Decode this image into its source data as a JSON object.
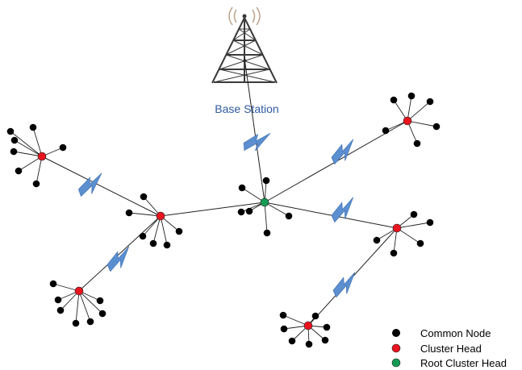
{
  "base_station": {
    "label": "Base Station"
  },
  "legend": {
    "items": [
      {
        "label": "Common Node",
        "color": "#000000"
      },
      {
        "label": "Cluster Head",
        "color": "#e8141e"
      },
      {
        "label": "Root Cluster Head",
        "color": "#159b54"
      }
    ]
  },
  "colors": {
    "common_node": "#000000",
    "cluster_head": "#e8141e",
    "root_cluster_head": "#159b54",
    "wireless_link": "#5b8fd0",
    "tower": "#3a3a3a",
    "signal": "#bfa890"
  },
  "icons": [
    "transmission-tower-icon",
    "wireless-link-icon"
  ]
}
